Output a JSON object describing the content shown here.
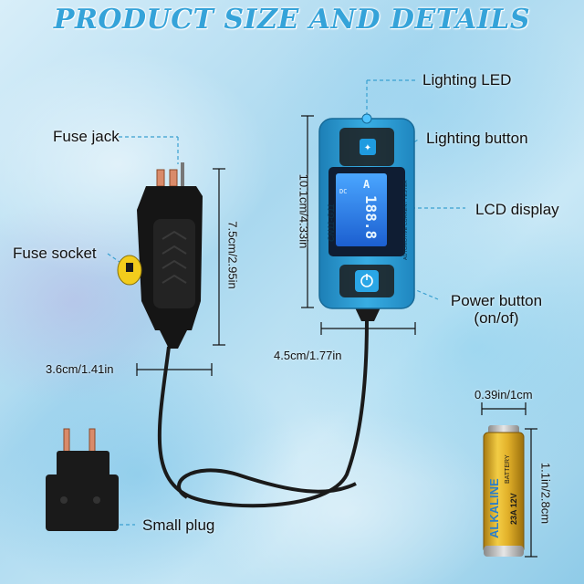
{
  "title": "PRODUCT SIZE AND DETAILS",
  "labels": {
    "lighting_led": "Lighting LED",
    "lighting_button": "Lighting button",
    "lcd_display": "LCD display",
    "power_button_line1": "Power button",
    "power_button_line2": "(on/of)",
    "fuse_jack": "Fuse jack",
    "fuse_socket": "Fuse socket",
    "small_plug": "Small plug"
  },
  "dimensions": {
    "meter_height": "10.1cm/4.33in",
    "meter_width": "4.5cm/1.77in",
    "adapter_height": "7.5cm/2.95in",
    "adapter_width": "3.6cm/1.41in",
    "battery_width": "0.39in/1cm",
    "battery_height": "1.1in/2.8cm"
  },
  "meter": {
    "model": "CN11-G11",
    "side_text": "AUTOMOTIVE CURRENT TESTER",
    "lcd_reading": "188.8",
    "lcd_unit": "A",
    "lcd_mode": "DC"
  },
  "battery": {
    "brand": "ALKALINE",
    "type_line": "BATTERY",
    "model": "23A 12V"
  },
  "colors": {
    "title": "#35a3d9",
    "meter_body": "#2f9fd6",
    "lcd": "#2b7fe0",
    "battery_gold": "#d4a017",
    "guide_line": "#3aa0d0"
  }
}
